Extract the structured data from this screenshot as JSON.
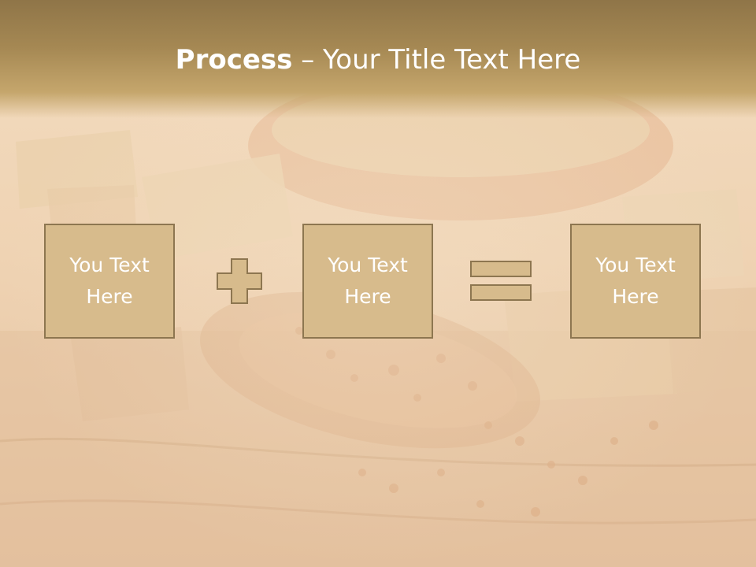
{
  "slide": {
    "title_bold": "Process",
    "title_separator": " – ",
    "title_rest": "Your Title Text Here"
  },
  "process": {
    "boxes": [
      {
        "label": "You Text Here"
      },
      {
        "label": "You Text Here"
      },
      {
        "label": "You Text Here"
      }
    ],
    "operators": [
      "plus",
      "equals"
    ]
  },
  "colors": {
    "title_bar": "#a58853",
    "box_fill": "#d7bb8c",
    "box_border": "#8d7650",
    "text": "#ffffff"
  }
}
